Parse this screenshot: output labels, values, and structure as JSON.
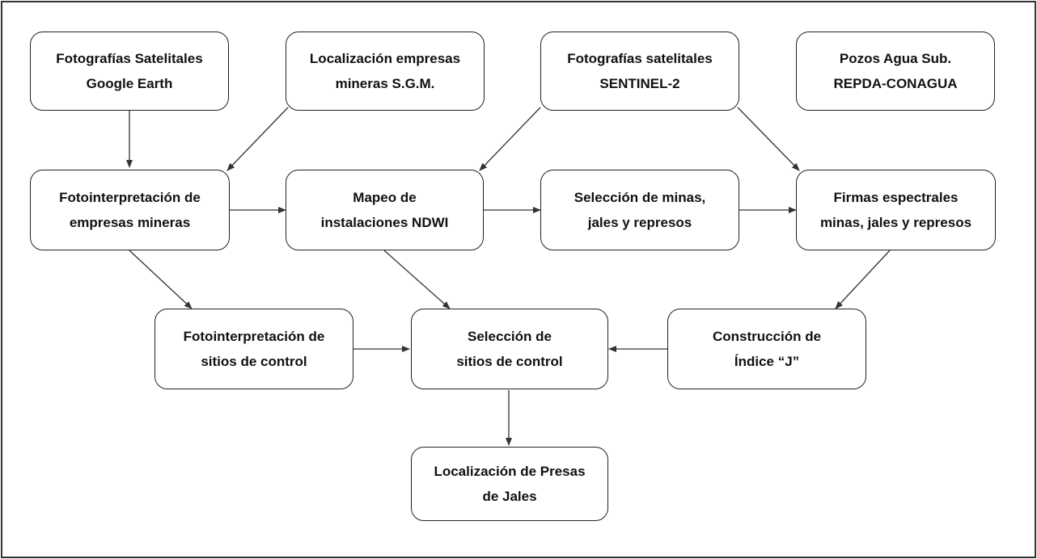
{
  "colors": {
    "box_border": "#222222",
    "arrow": "#333333",
    "frame_border": "#333333",
    "text": "#111111"
  },
  "nodes": {
    "foto_sat_google": [
      "Fotografías Satelitales",
      "Google Earth"
    ],
    "loc_empresas": [
      "Localización empresas",
      "mineras S.G.M."
    ],
    "foto_sentinel": [
      "Fotografías satelitales",
      "SENTINEL-2"
    ],
    "pozos": [
      "Pozos Agua Sub.",
      "REPDA-CONAGUA"
    ],
    "fotointerp_empresas": [
      "Fotointerpretación de",
      "empresas mineras"
    ],
    "mapeo_ndwi": [
      "Mapeo de",
      "instalaciones NDWI"
    ],
    "seleccion_minas": [
      "Selección de minas,",
      "jales y represos"
    ],
    "firmas": [
      "Firmas espectrales",
      "minas, jales y represos"
    ],
    "fotointerp_sitios": [
      "Fotointerpretación de",
      "sitios de control"
    ],
    "seleccion_sitios": [
      "Selección de",
      "sitios de control"
    ],
    "construccion_j": [
      "Construcción de",
      "Índice “J”"
    ],
    "localizacion_presas": [
      "Localización de Presas",
      "de Jales"
    ]
  }
}
